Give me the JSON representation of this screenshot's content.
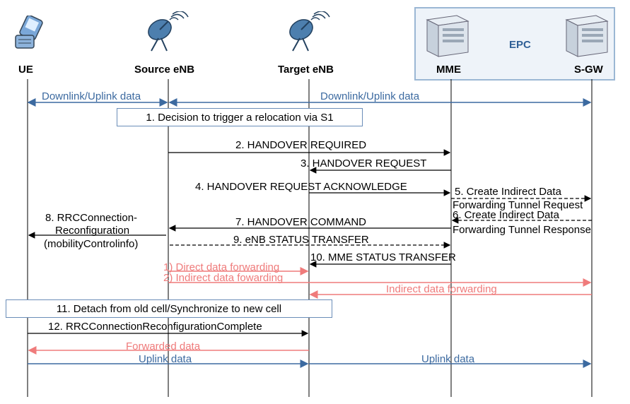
{
  "entities": {
    "ue": "UE",
    "source_enb": "Source eNB",
    "target_enb": "Target eNB",
    "mme": "MME",
    "sgw": "S-GW"
  },
  "epc_label": "EPC",
  "colors": {
    "blue": "#3c6aa0",
    "red": "#ef7b7b",
    "black": "#000000",
    "blue_text": "#2f5f96"
  },
  "boxes": {
    "decision": "1. Decision to trigger a relocation via S1",
    "detach": "11. Detach from old cell/Synchronize to new cell"
  },
  "messages": {
    "dl_ul_1": "Downlink/Uplink data",
    "dl_ul_2": "Downlink/Uplink data",
    "m2": "2. HANDOVER REQUIRED",
    "m3": "3. HANDOVER REQUEST",
    "m4": "4. HANDOVER REQUEST ACKNOWLEDGE",
    "m5a": "5. Create Indirect Data",
    "m5b": "Forwarding Tunnel Request",
    "m6a": "6. Create Indirect Data",
    "m6b": "Forwarding Tunnel Response",
    "m7": "7. HANDOVER COMMAND",
    "m8a": "8. RRCConnection-",
    "m8b": "Reconfiguration",
    "m8c": "(mobilityControlinfo)",
    "m9": "9. eNB STATUS TRANSFER",
    "m10": "10. MME STATUS TRANSFER",
    "fwd_direct": "1) Direct data forwarding",
    "fwd_indirect": "2) Indirect data fowarding",
    "fwd_indirect2": "Indirect data forwarding",
    "m12": "12. RRCConnectionReconfigurationComplete",
    "forwarded": "Forwarded data",
    "uplink1": "Uplink data",
    "uplink2": "Uplink data"
  }
}
